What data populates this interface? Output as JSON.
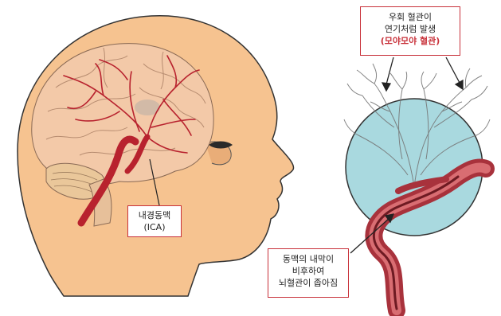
{
  "figure": {
    "label_ica": {
      "line1": "내경동맥",
      "line2": "(ICA)"
    },
    "label_collateral": {
      "line1": "우회 혈관이",
      "line2": "연기처럼 발생",
      "line3": "(모야모야 혈관)"
    },
    "label_stenosis": {
      "line1": "동맥의 내막이",
      "line2": "비후하여",
      "line3": "뇌혈관이 좁아짐"
    },
    "colors": {
      "skin": "#f6c390",
      "brain": "#f3c9a8",
      "artery": "#b8222e",
      "circle": "#a9d9df",
      "callout_border": "#c8313a"
    }
  }
}
